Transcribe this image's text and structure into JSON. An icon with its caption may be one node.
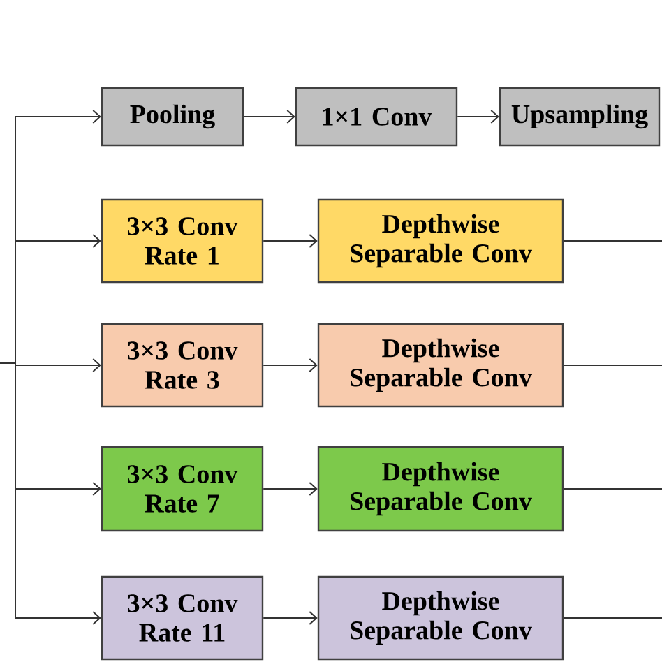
{
  "diagram": {
    "nodes": [
      {
        "text": [
          "Pooling"
        ]
      },
      {
        "text": [
          "1×1 Conv"
        ]
      },
      {
        "text": [
          "Upsampling"
        ]
      },
      {
        "text": [
          "3×3 Conv Rate 1"
        ]
      },
      {
        "text": [
          "Depthwise Separable Conv"
        ]
      },
      {
        "text": [
          "3×3 Conv Rate 3"
        ]
      },
      {
        "text": [
          "Depthwise Separable Conv"
        ]
      },
      {
        "text": [
          "3×3 Conv Rate 7"
        ]
      },
      {
        "text": [
          "Depthwise Separable Conv"
        ]
      },
      {
        "text": [
          "3×3 Conv Rate 11"
        ]
      },
      {
        "text": [
          "Depthwise Separable Conv"
        ]
      }
    ],
    "edges": [
      {
        "from": null,
        "to": 0,
        "arrow": "to"
      },
      {
        "from": null,
        "to": 3,
        "arrow": "to"
      },
      {
        "from": null,
        "to": 5,
        "arrow": "to"
      },
      {
        "from": null,
        "to": 7,
        "arrow": "to"
      },
      {
        "from": null,
        "to": 9,
        "arrow": "to"
      },
      {
        "from": 0,
        "to": 1,
        "arrow": "to"
      },
      {
        "from": 1,
        "to": 2,
        "arrow": "to"
      },
      {
        "from": 3,
        "to": 4,
        "arrow": "to"
      },
      {
        "from": 5,
        "to": 6,
        "arrow": "to"
      },
      {
        "from": 7,
        "to": 8,
        "arrow": "to"
      },
      {
        "from": 9,
        "to": 10,
        "arrow": "to"
      },
      {
        "from": 4,
        "to": null,
        "arrow": "none"
      },
      {
        "from": 6,
        "to": null,
        "arrow": "none"
      },
      {
        "from": 8,
        "to": null,
        "arrow": "none"
      },
      {
        "from": 10,
        "to": null,
        "arrow": "none"
      }
    ]
  }
}
